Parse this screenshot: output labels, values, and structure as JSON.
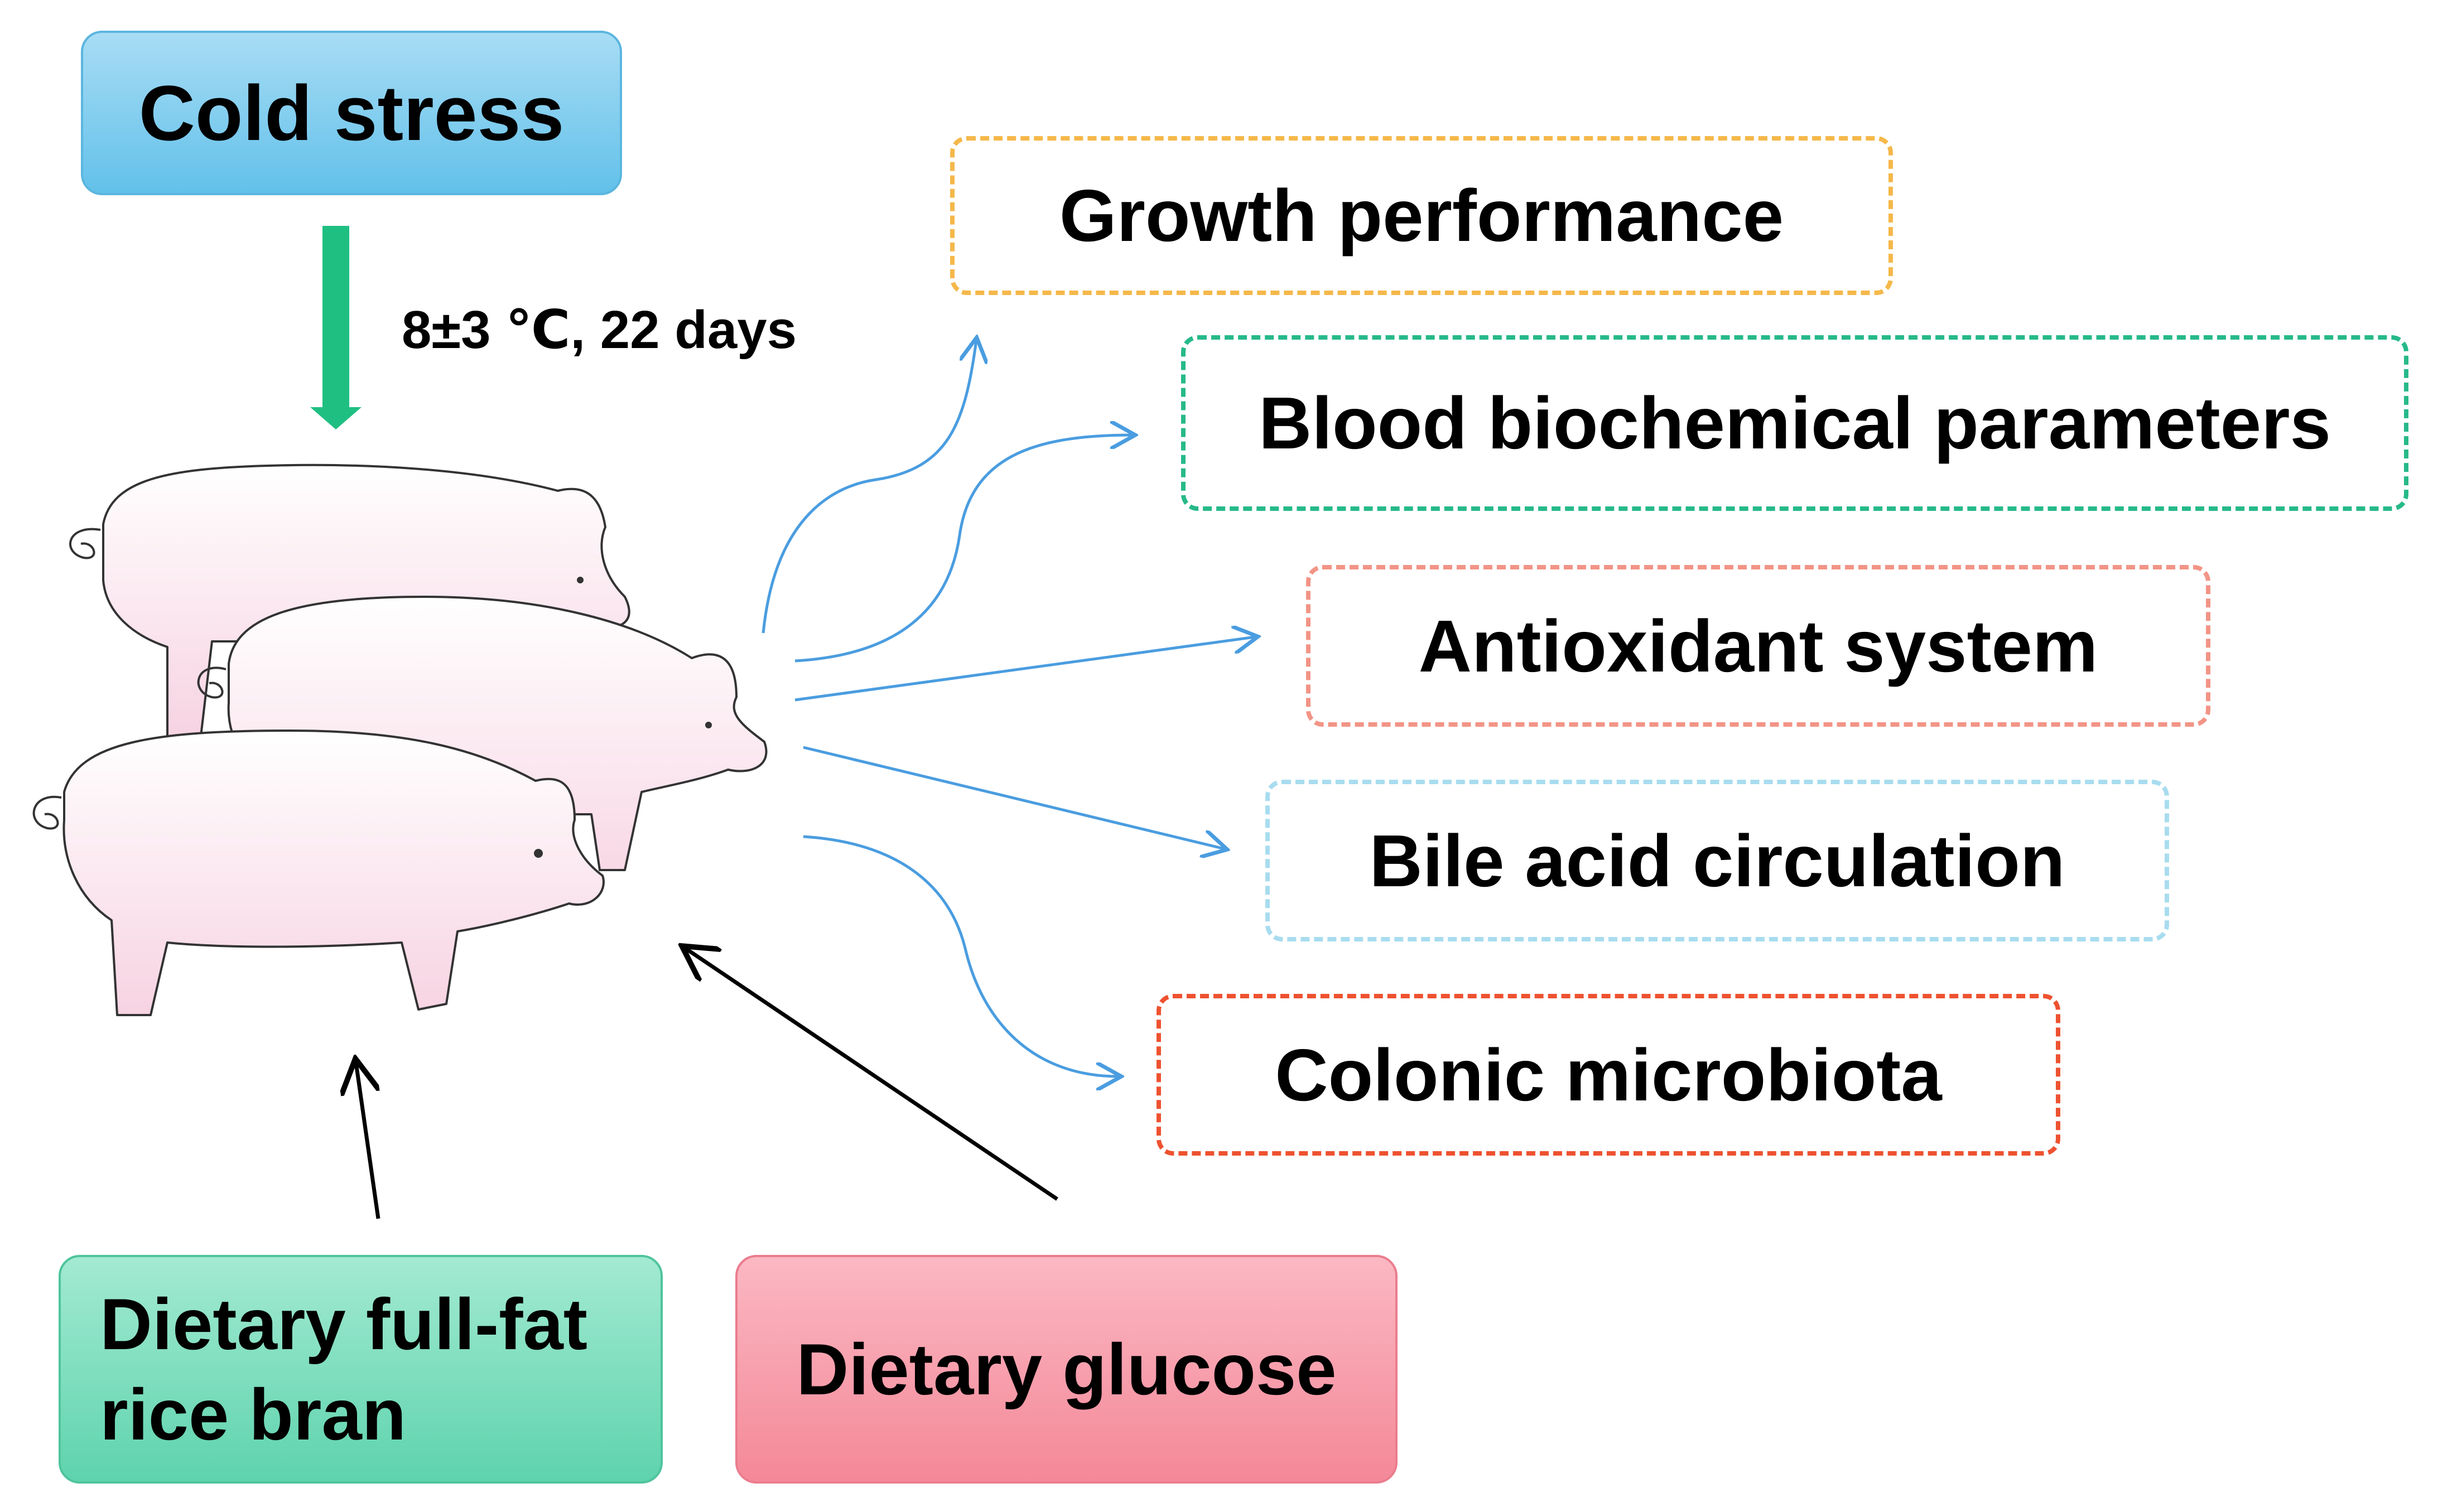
{
  "nodes": {
    "cold_stress": "Cold stress",
    "temperature_condition": "8±3 ℃, 22 days",
    "rice_bran": "Dietary full-fat rice bran",
    "glucose": "Dietary glucose",
    "growth": "Growth performance",
    "blood": "Blood biochemical parameters",
    "antioxidant": "Antioxidant system",
    "bile": "Bile acid circulation",
    "colonic": "Colonic microbiota"
  },
  "colors": {
    "cold_fill": "#62c1ea",
    "rice_fill": "#5ed3ad",
    "glucose_fill": "#f48898",
    "growth_border": "#f5b84a",
    "blood_border": "#26b98a",
    "antioxidant_border": "#f29486",
    "bile_border": "#a8dcef",
    "colonic_border": "#ee5230",
    "down_arrow": "#1fbf82",
    "outcome_arrows": "#4a9de0",
    "input_arrows": "#000000"
  },
  "icons": [
    "pig-illustration"
  ]
}
